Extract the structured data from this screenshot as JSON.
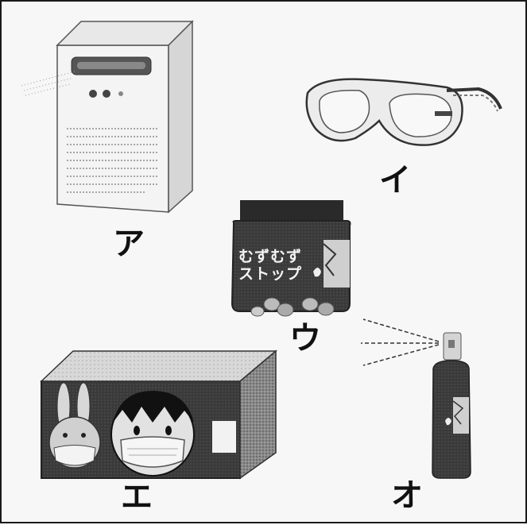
{
  "items": [
    {
      "id": "a",
      "label": "ア"
    },
    {
      "id": "i",
      "label": "イ"
    },
    {
      "id": "u",
      "label": "ウ",
      "product_text": [
        "むずむず",
        "ストップ"
      ]
    },
    {
      "id": "e",
      "label": "エ"
    },
    {
      "id": "o",
      "label": "オ"
    }
  ]
}
